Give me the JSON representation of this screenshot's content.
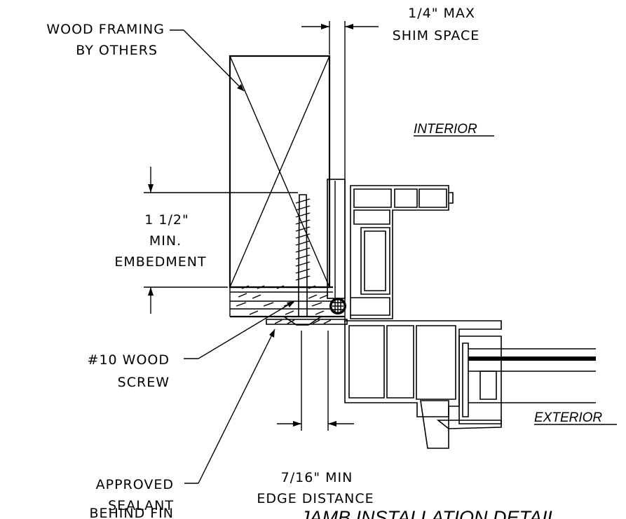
{
  "notes": {
    "framing_l1": "WOOD FRAMING",
    "framing_l2": "BY OTHERS",
    "shim_l1": "1/4\" MAX",
    "shim_l2": "SHIM SPACE",
    "interior": "INTERIOR",
    "embed_l1": "1 1/2\"",
    "embed_l2": "MIN.",
    "embed_l3": "EMBEDMENT",
    "screw_l1": "#10 WOOD",
    "screw_l2": "SCREW",
    "exterior": "EXTERIOR",
    "sealant_l1": "APPROVED",
    "sealant_l2": "SEALANT",
    "sealant_l3": "BEHIND FIN",
    "edge_l1": "7/16\" MIN",
    "edge_l2": "EDGE DISTANCE",
    "title": "JAMB INSTALLATION DETAIL"
  }
}
